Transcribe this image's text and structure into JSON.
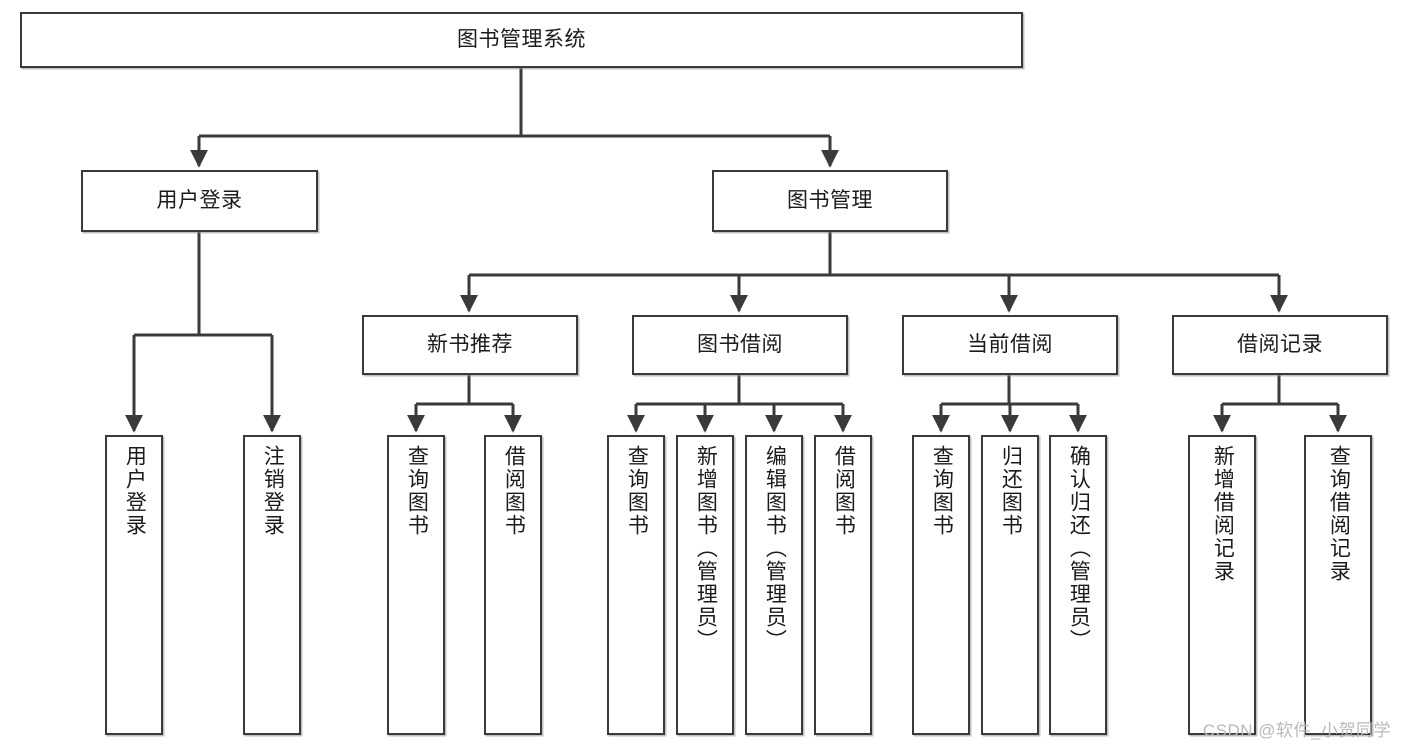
{
  "diagram": {
    "title": "图书管理系统",
    "watermark": "CSDN @软件_小贺同学",
    "colors": {
      "box_border": "#3a3a3a",
      "box_fill": "#ffffff",
      "edge": "#3a3a3a",
      "text": "#1b1b1b",
      "watermark": "#b9b9b9"
    },
    "nodes": {
      "root": {
        "label": "图书管理系统"
      },
      "level2": [
        {
          "label": "用户登录"
        },
        {
          "label": "图书管理"
        }
      ],
      "level3": [
        {
          "label": "新书推荐"
        },
        {
          "label": "图书借阅"
        },
        {
          "label": "当前借阅"
        },
        {
          "label": "借阅记录"
        }
      ],
      "leaves": {
        "user_login": [
          {
            "label": "用户登录"
          },
          {
            "label": "注销登录"
          }
        ],
        "new_book_recommend": [
          {
            "label": "查询图书"
          },
          {
            "label": "借阅图书"
          }
        ],
        "book_borrow": [
          {
            "label": "查询图书"
          },
          {
            "label": "新增图书（管理员）"
          },
          {
            "label": "编辑图书（管理员）"
          },
          {
            "label": "借阅图书"
          }
        ],
        "current_borrow": [
          {
            "label": "查询图书"
          },
          {
            "label": "归还图书"
          },
          {
            "label": "确认归还（管理员）"
          }
        ],
        "borrow_record": [
          {
            "label": "新增借阅记录"
          },
          {
            "label": "查询借阅记录"
          }
        ]
      }
    }
  }
}
